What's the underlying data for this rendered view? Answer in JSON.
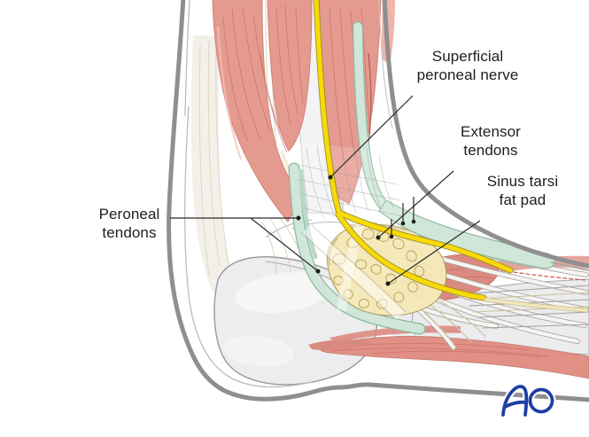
{
  "figure": {
    "labels": {
      "superficial_peroneal_nerve": "Superficial\nperoneal nerve",
      "extensor_tendons": "Extensor\ntendons",
      "sinus_tarsi_fat_pad": "Sinus tarsi\nfat pad",
      "peroneal_tendons": "Peroneal\ntendons"
    },
    "logo": {
      "text": "AO",
      "color": "#1e3fa4"
    },
    "colors": {
      "nerve_yellow": "#f8da06",
      "tendon_sheath_green": "#cfe6d8",
      "muscle_red": "#e5988e",
      "fat_pad_yellow": "#f5e9b8",
      "bone_gray": "#ededef",
      "skin_outline_gray": "#8f8f8f",
      "label_text": "#1d1d1b",
      "leader_line": "#2a2a2a"
    }
  }
}
